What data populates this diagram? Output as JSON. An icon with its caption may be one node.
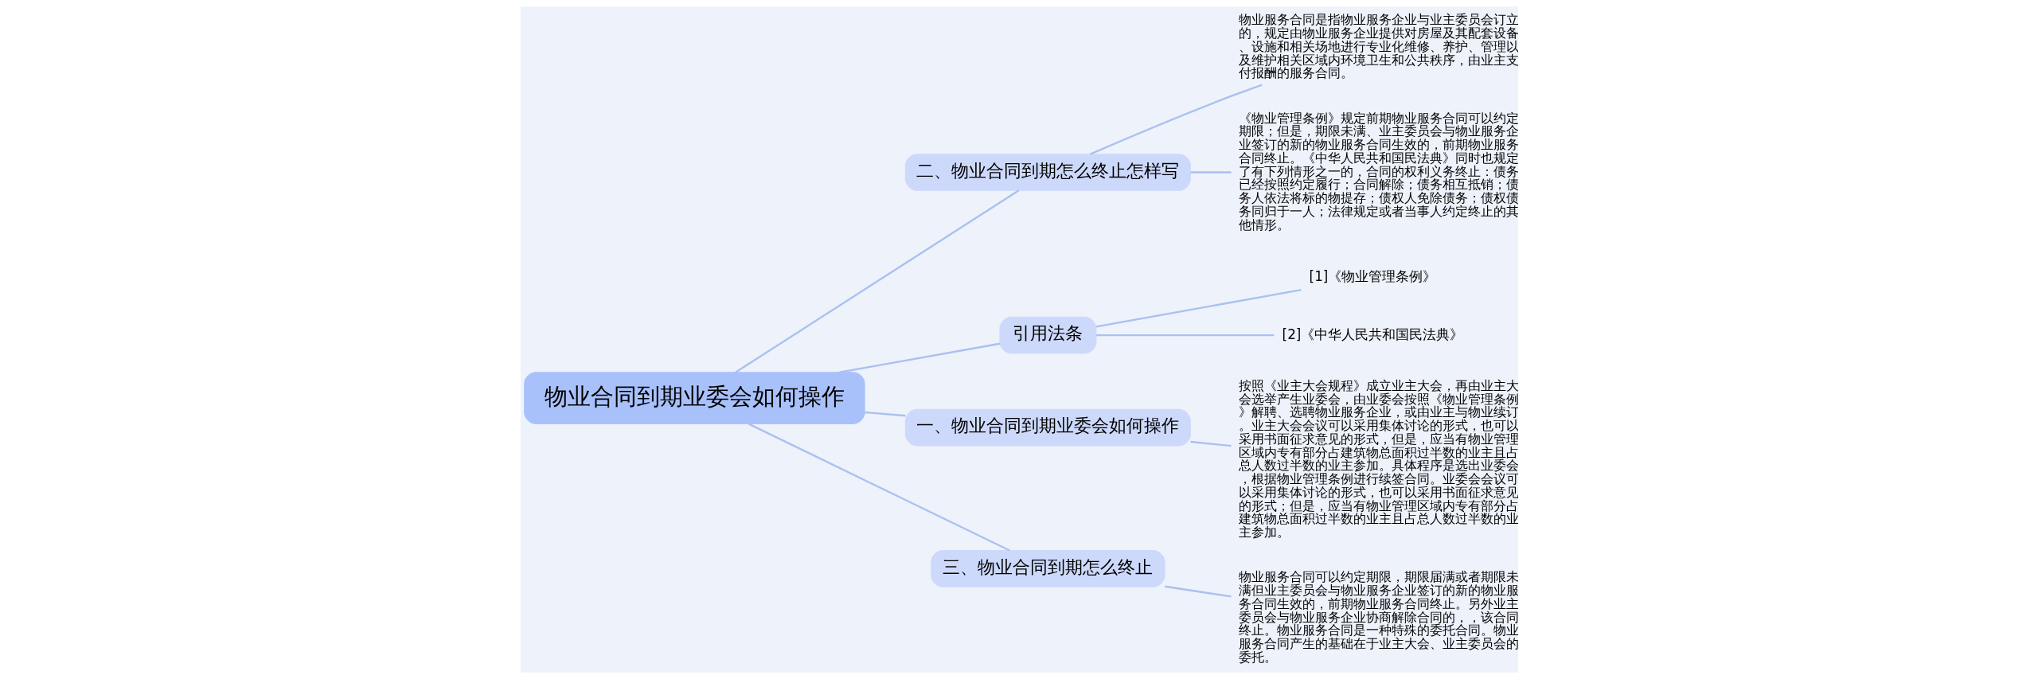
{
  "diagram": {
    "nodes": [
      {
        "text": [
          "物业合同到期业委会如何操作"
        ]
      },
      {
        "text": [
          "二、物业合同到期怎么终止怎样写"
        ]
      },
      {
        "text": [
          "物业服务合同是指物业服务企业与业主委员会订立的，规定由物业服务企业提供对房屋及其配套设备、设施和相关场地进行专业化维修、养护、管理以及维护相关区域内环境卫生和公共秩序，由业主支付报酬的服务合同。"
        ]
      },
      {
        "text": [
          "《物业管理条例》规定前期物业服务合同可以约定期限；但是，期限未满、业主委员会与物业服务企业签订的新的物业服务合同生效的，前期物业服务合同终止。《中华人民共和国民法典》同时也规定了有下列情形之一的，合同的权利义务终止：债务已经按照约定履行；合同解除；债务相互抵销；债务人依法将标的物提存；债权人免除债务；债权债务同归于一人；法律规定或者当事人约定终止的其他情形。"
        ]
      },
      {
        "text": [
          "引用法条"
        ]
      },
      {
        "text": [
          "[1]《物业管理条例》"
        ]
      },
      {
        "text": [
          "[2]《中华人民共和国民法典》"
        ]
      },
      {
        "text": [
          "一、物业合同到期业委会如何操作"
        ]
      },
      {
        "text": [
          "按照《业主大会规程》成立业主大会，再由业主大会选举产生业委会，由业委会按照《物业管理条例》解聘、选聘物业服务企业，或由业主与物业续订。业主大会会议可以采用集体讨论的形式，也可以采用书面征求意见的形式，但是，应当有物业管理区域内专有部分占建筑物总面积过半数的业主且占总人数过半数的业主参加。具体程序是选出业委会，根据物业管理条例进行续签合同。业委会会议可以采用集体讨论的形式，也可以采用书面征求意见的形式；但是，应当有物业管理区域内专有部分占建筑物总面积过半数的业主且占总人数过半数的业主参加。"
        ]
      },
      {
        "text": [
          "三、物业合同到期怎么终止"
        ]
      },
      {
        "text": [
          "物业服务合同可以约定期限，期限届满或者期限未满但业主委员会与物业服务企业签订的新的物业服务合同生效的，前期物业服务合同终止。另外业主委员会与物业服务企业协商解除合同的，，该合同终止。物业服务合同是一种特殊的委托合同。物业服务合同产生的基础在于业主大会、业主委员会的委托。"
        ]
      }
    ],
    "edges": [
      {
        "from": 0,
        "to": 1,
        "arrow": "none"
      },
      {
        "from": 1,
        "to": 2,
        "arrow": "none"
      },
      {
        "from": 1,
        "to": 3,
        "arrow": "none"
      },
      {
        "from": 0,
        "to": 4,
        "arrow": "none"
      },
      {
        "from": 4,
        "to": 5,
        "arrow": "none"
      },
      {
        "from": 4,
        "to": 6,
        "arrow": "none"
      },
      {
        "from": 0,
        "to": 7,
        "arrow": "none"
      },
      {
        "from": 7,
        "to": 8,
        "arrow": "none"
      },
      {
        "from": 0,
        "to": 9,
        "arrow": "none"
      },
      {
        "from": 9,
        "to": 10,
        "arrow": "none"
      }
    ]
  }
}
